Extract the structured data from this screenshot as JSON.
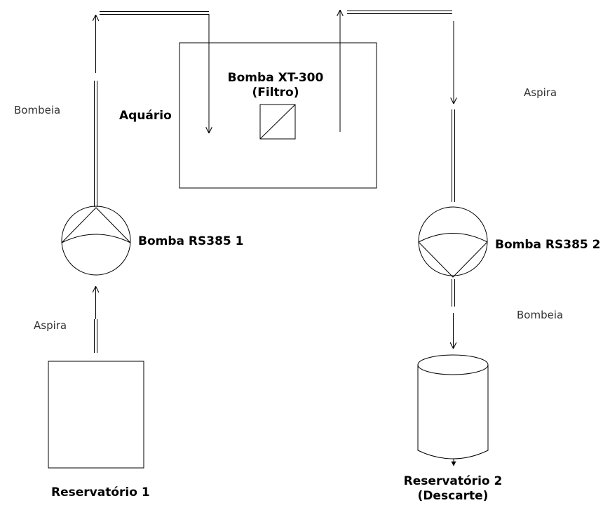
{
  "labels": {
    "aquario": "Aquário",
    "filter_pump_line1": "Bomba XT-300",
    "filter_pump_line2": "(Filtro)",
    "pump1": "Bomba RS385 1",
    "pump2": "Bomba RS385 2",
    "left_pumps": "Bombeia",
    "left_sucks": "Aspira",
    "right_sucks": "Aspira",
    "right_pumps": "Bombeia",
    "reservoir1": "Reservatório 1",
    "reservoir2_line1": "Reservatório 2",
    "reservoir2_line2": "(Descarte)"
  }
}
